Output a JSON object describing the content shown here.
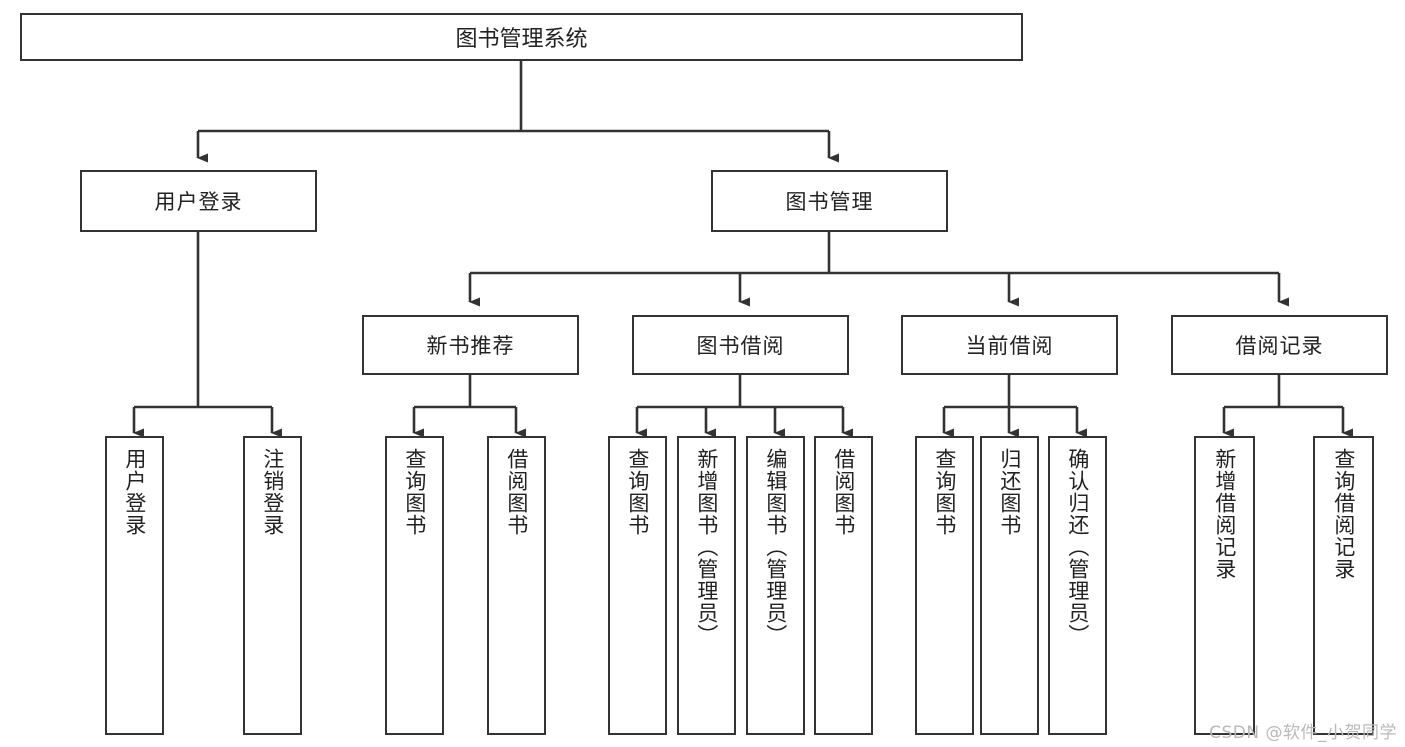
{
  "diagram": {
    "type": "tree-org-chart",
    "root": {
      "label": "图书管理系统"
    },
    "level2": [
      {
        "label": "用户登录"
      },
      {
        "label": "图书管理"
      }
    ],
    "level3": [
      {
        "label": "新书推荐"
      },
      {
        "label": "图书借阅"
      },
      {
        "label": "当前借阅"
      },
      {
        "label": "借阅记录"
      }
    ],
    "leaves": {
      "user_login": [
        {
          "label": "用户登录"
        },
        {
          "label": "注销登录"
        }
      ],
      "new_book_recommend": [
        {
          "label": "查询图书"
        },
        {
          "label": "借阅图书"
        }
      ],
      "book_borrow": [
        {
          "label": "查询图书"
        },
        {
          "label": "新增图书（管理员）"
        },
        {
          "label": "编辑图书（管理员）"
        },
        {
          "label": "借阅图书"
        }
      ],
      "current_borrow": [
        {
          "label": "查询图书"
        },
        {
          "label": "归还图书"
        },
        {
          "label": "确认归还（管理员）"
        }
      ],
      "borrow_record": [
        {
          "label": "新增借阅记录"
        },
        {
          "label": "查询借阅记录"
        }
      ]
    }
  },
  "watermark": {
    "text": "CSDN @软件_小贺同学"
  },
  "colors": {
    "stroke": "#333333",
    "fill": "#ffffff",
    "text": "#222222",
    "watermark": "#b9b9b9"
  }
}
